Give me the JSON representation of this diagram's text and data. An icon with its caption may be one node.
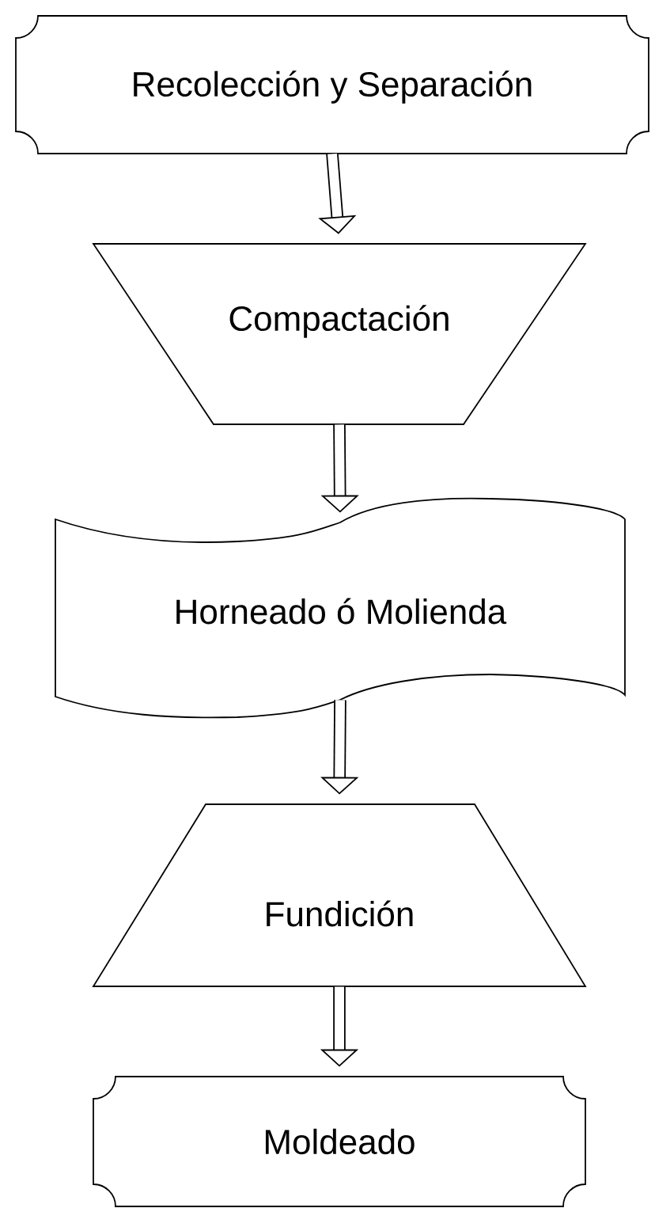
{
  "diagram": {
    "nodes": [
      {
        "text": [
          "Recolección y Separación"
        ]
      },
      {
        "text": [
          "Compactación"
        ]
      },
      {
        "text": [
          "Horneado ó Molienda"
        ]
      },
      {
        "text": [
          "Fundición"
        ]
      },
      {
        "text": [
          "Moldeado"
        ]
      }
    ],
    "edges": [
      {
        "from": 0,
        "to": 1,
        "arrow": "to"
      },
      {
        "from": 1,
        "to": 2,
        "arrow": "to"
      },
      {
        "from": 2,
        "to": 3,
        "arrow": "to"
      },
      {
        "from": 3,
        "to": 4,
        "arrow": "to"
      }
    ]
  }
}
